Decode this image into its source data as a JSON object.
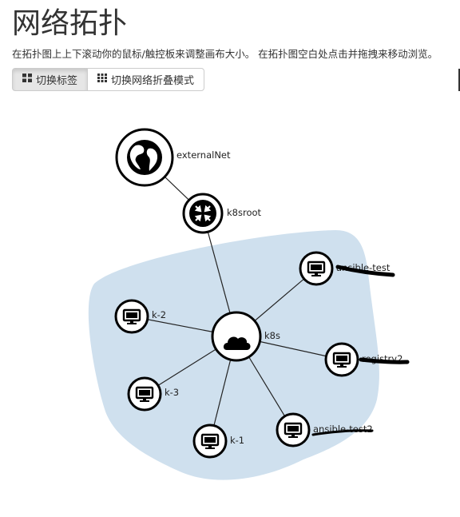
{
  "header": {
    "title": "网络拓扑",
    "help": "在拓扑图上上下滚动你的鼠标/触控板来调整画布大小。 在拓扑图空白处点击并拖拽来移动浏览。"
  },
  "toolbar": {
    "toggle_labels": "切换标签",
    "toggle_collapse": "切换网络折叠模式"
  },
  "colors": {
    "network_fill": "#cfe0ee",
    "node_stroke": "#000000",
    "edge": "#222222"
  },
  "topology": {
    "nodes": [
      {
        "id": "externalNet",
        "label": "externalNet",
        "icon": "globe-icon"
      },
      {
        "id": "k8sroot",
        "label": "k8sroot",
        "icon": "router-icon"
      },
      {
        "id": "k8s",
        "label": "k8s",
        "icon": "cloud-icon"
      },
      {
        "id": "k-2",
        "label": "k-2",
        "icon": "monitor-icon"
      },
      {
        "id": "k-3",
        "label": "k-3",
        "icon": "monitor-icon"
      },
      {
        "id": "k-1",
        "label": "k-1",
        "icon": "monitor-icon"
      },
      {
        "id": "ansible-test",
        "label": "ansible-test",
        "icon": "monitor-icon"
      },
      {
        "id": "registry2",
        "label": "registry2",
        "icon": "monitor-icon"
      },
      {
        "id": "ansible-test2",
        "label": "ansible-test2",
        "icon": "monitor-icon"
      }
    ]
  }
}
